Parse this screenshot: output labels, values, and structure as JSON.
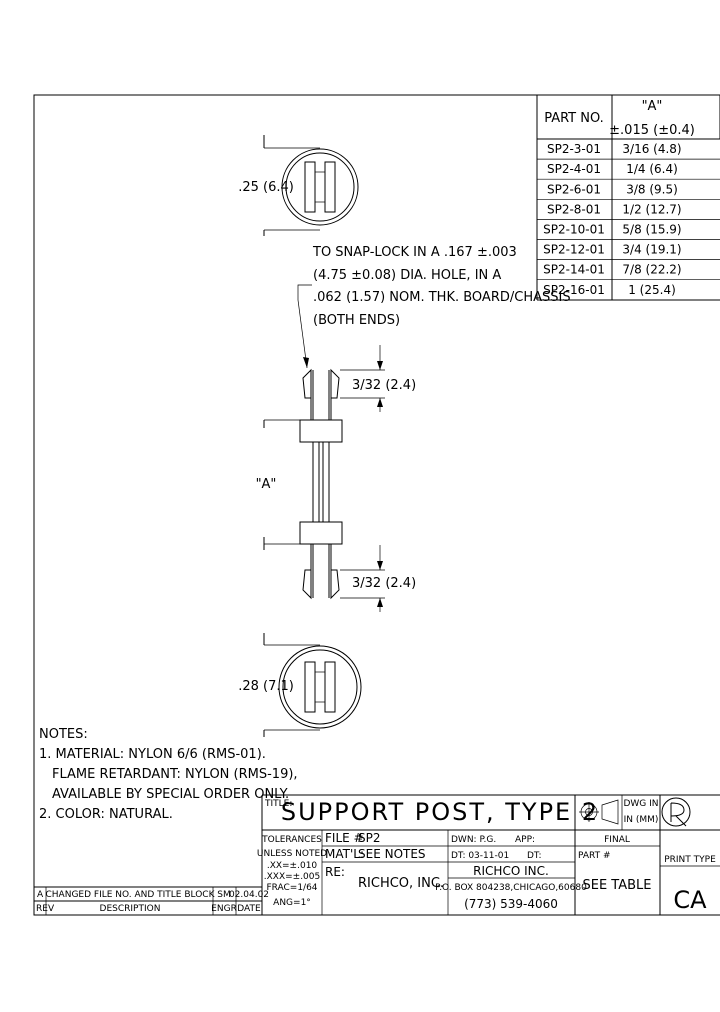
{
  "parts_table": {
    "col_part": "PART NO.",
    "col_a_head": "\"A\"",
    "col_a_tol": "±.015 (±0.4)",
    "rows": [
      {
        "part": "SP2-3-01",
        "a": "3/16 (4.8)"
      },
      {
        "part": "SP2-4-01",
        "a": "1/4 (6.4)"
      },
      {
        "part": "SP2-6-01",
        "a": "3/8 (9.5)"
      },
      {
        "part": "SP2-8-01",
        "a": "1/2 (12.7)"
      },
      {
        "part": "SP2-10-01",
        "a": "5/8 (15.9)"
      },
      {
        "part": "SP2-12-01",
        "a": "3/4 (19.1)"
      },
      {
        "part": "SP2-14-01",
        "a": "7/8 (22.2)"
      },
      {
        "part": "SP2-16-01",
        "a": "1 (25.4)"
      }
    ]
  },
  "drawing": {
    "dim_top_view": ".25 (6.4)",
    "dim_bottom_view": ".28 (7.1)",
    "dim_tip_top": "3/32 (2.4)",
    "dim_tip_bottom": "3/32 (2.4)",
    "dim_a": "\"A\"",
    "callout": [
      "TO SNAP-LOCK IN A .167 ±.003",
      "(4.75 ±0.08) DIA. HOLE, IN A",
      ".062 (1.57) NOM. THK. BOARD/CHASSIS",
      "(BOTH ENDS)"
    ]
  },
  "notes": {
    "heading": "NOTES:",
    "lines": [
      "1. MATERIAL: NYLON 6/6 (RMS-01).",
      "FLAME RETARDANT: NYLON (RMS-19),",
      "AVAILABLE BY SPECIAL ORDER ONLY.",
      "2. COLOR: NATURAL."
    ]
  },
  "revision": {
    "row": {
      "rev": "A",
      "description": "CHANGED FILE NO. AND TITLE BLOCK",
      "engr": "SM",
      "date": "02.04.02"
    },
    "headers": {
      "rev": "REV",
      "description": "DESCRIPTION",
      "engr": "ENGR",
      "date": "DATE"
    }
  },
  "title_block": {
    "title_label": "TITLE:",
    "title": "SUPPORT POST, TYPE 2",
    "dwg_in": "DWG IN",
    "in_mm": "IN (MM)",
    "tolerances": "TOLERANCES",
    "unless_noted": "UNLESS NOTED",
    "tol_xx": ".XX=±.010",
    "tol_xxx": ".XXX=±.005",
    "tol_frac": "FRAC=1/64",
    "tol_ang": "ANG=1°",
    "file_label": "FILE #",
    "file_value": "SP2",
    "matl_label": "MAT'L:",
    "matl_value": "SEE NOTES",
    "re_label": "RE:",
    "re_value": "RICHCO, INC.",
    "dwn": "DWN: P.G.",
    "app": "APP:",
    "dt": "DT: 03-11-01",
    "dt_suffix": "DT:",
    "final": "FINAL",
    "part_label": "PART #",
    "part_value": "SEE TABLE",
    "company": "RICHCO INC.",
    "address": "P.O. BOX 804238,CHICAGO,60680",
    "phone": "(773) 539-4060",
    "print_type": "PRINT TYPE",
    "print_value": "CA",
    "logo_letters": "CR"
  }
}
